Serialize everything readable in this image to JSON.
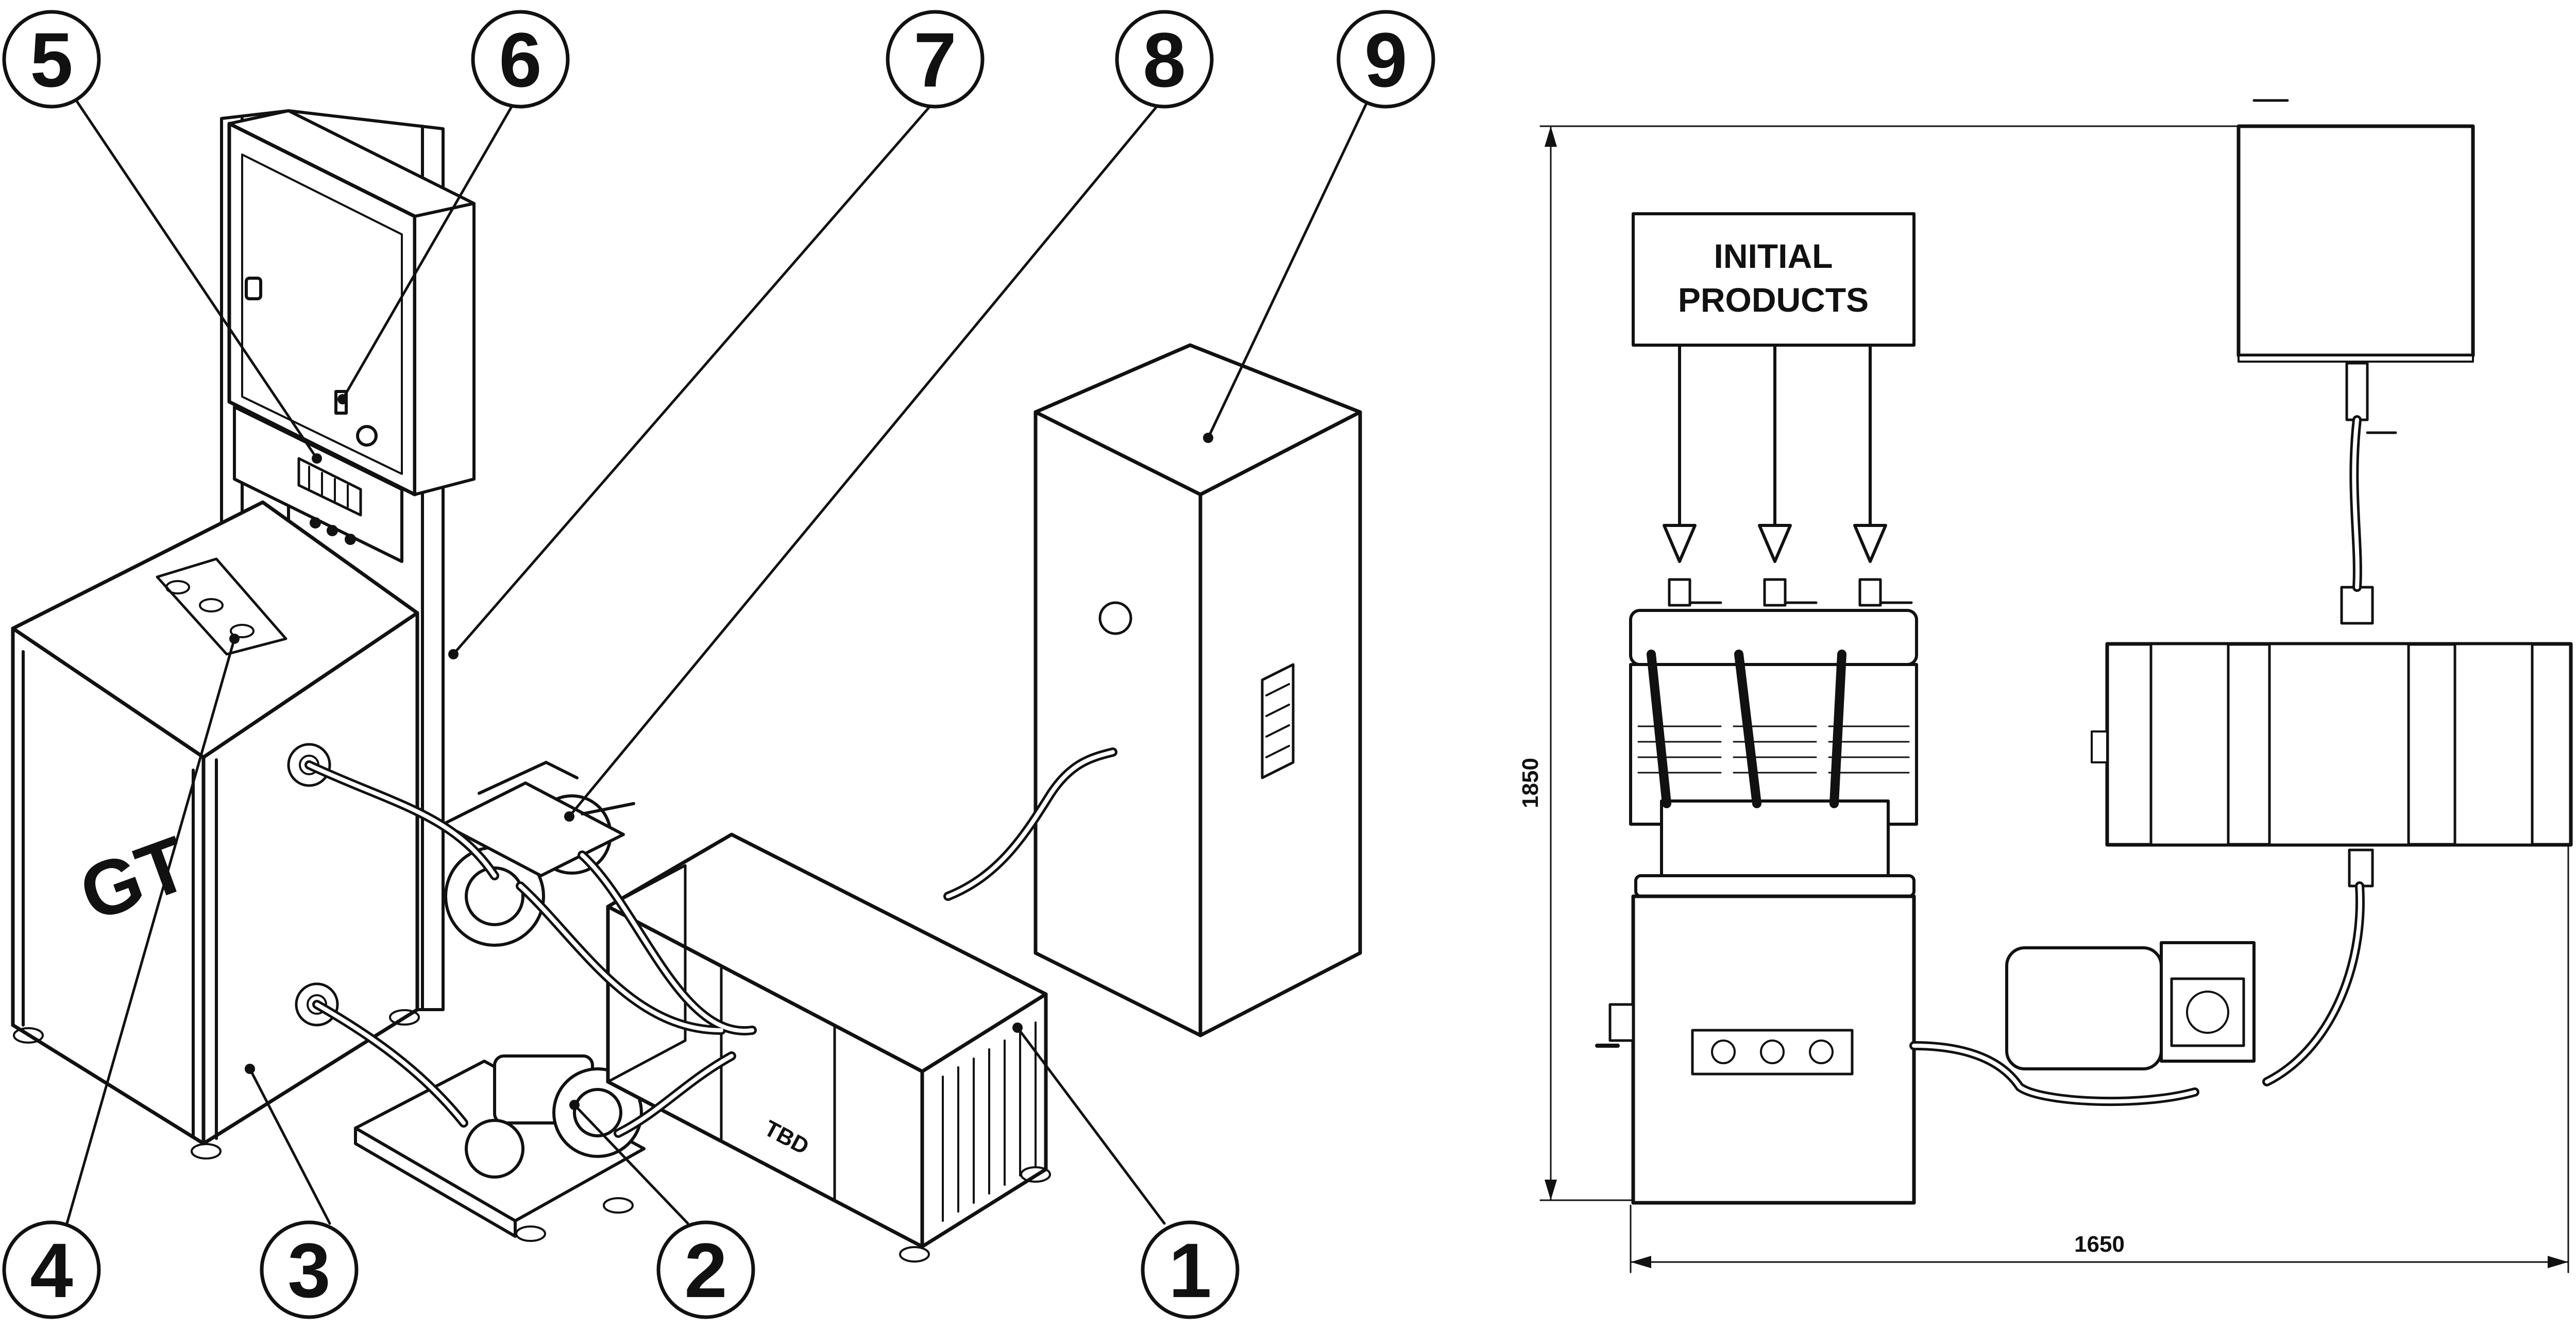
{
  "callouts": [
    "1",
    "2",
    "3",
    "4",
    "5",
    "6",
    "7",
    "8",
    "9"
  ],
  "inputs_label": [
    "INITIAL",
    "PRODUCTS"
  ],
  "dimensions": {
    "height": "1850",
    "width": "1650"
  },
  "logo_text": "GT",
  "nameplate_text": "TBD"
}
